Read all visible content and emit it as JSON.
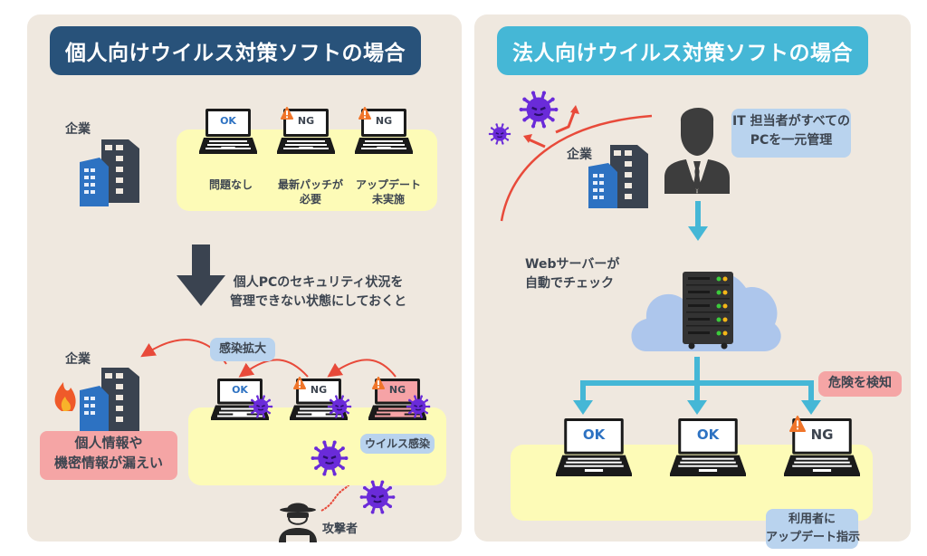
{
  "left_panel": {
    "title": "個人向けウイルス対策ソフトの場合",
    "company_label": "企業",
    "laptops_top": [
      {
        "status": "OK",
        "warning": false,
        "caption": "問題なし"
      },
      {
        "status": "NG",
        "warning": true,
        "caption": "最新パッチが\n必要"
      },
      {
        "status": "NG",
        "warning": true,
        "caption": "アップデート\n未実施"
      }
    ],
    "down_arrow_text": "個人PCのセキュリティ状況を\n管理できない状態にしておくと",
    "company_label_2": "企業",
    "spread_label": "感染拡大",
    "laptops_bottom": [
      {
        "status": "OK",
        "warning": false,
        "infected": true,
        "screen": "white"
      },
      {
        "status": "NG",
        "warning": true,
        "infected": true,
        "screen": "white"
      },
      {
        "status": "NG",
        "warning": true,
        "infected": true,
        "screen": "pink"
      }
    ],
    "infection_label": "ウイルス感染",
    "leak_label": "個人情報や\n機密情報が漏えい",
    "attacker_label": "攻撃者"
  },
  "right_panel": {
    "title": "法人向けウイルス対策ソフトの場合",
    "company_label": "企業",
    "admin_label": "IT 担当者がすべての\nPCを一元管理",
    "server_label": "Webサーバーが\n自動でチェック",
    "danger_label": "危険を検知",
    "laptops": [
      {
        "status": "OK",
        "warning": false
      },
      {
        "status": "OK",
        "warning": false
      },
      {
        "status": "NG",
        "warning": true
      }
    ],
    "instruct_label": "利用者に\nアップデート指示"
  },
  "colors": {
    "panel_bg": "#efe8df",
    "left_title_bg": "#28527a",
    "right_title_bg": "#45b7d6",
    "yellow": "#fdfbb7",
    "chip_blue": "#b9d3ee",
    "chip_pink": "#f5a5a5",
    "red_arrow": "#e84a3a",
    "blue_arrow": "#45b7d6",
    "virus": "#6a2bd9",
    "ok_text": "#2d72c2"
  }
}
